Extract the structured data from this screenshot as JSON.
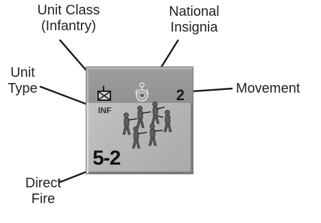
{
  "callouts": {
    "unit_class": [
      "Unit Class",
      "(Infantry)"
    ],
    "national_insignia": [
      "National",
      "Insignia"
    ],
    "unit_type": [
      "Unit",
      "Type"
    ],
    "movement": "Movement",
    "direct_fire": [
      "Direct",
      "Fire"
    ]
  },
  "counter": {
    "type_abbrev": "INF",
    "movement": "2",
    "direct_fire": "5-2"
  },
  "colors": {
    "counter_light": "#c4c4c4",
    "counter_band": "#9a9a9a",
    "ink": "#1a1a1a",
    "label_text": "#222222"
  },
  "icons": [
    "infantry-symbol-icon",
    "national-insignia-icon",
    "soldiers-illustration"
  ]
}
